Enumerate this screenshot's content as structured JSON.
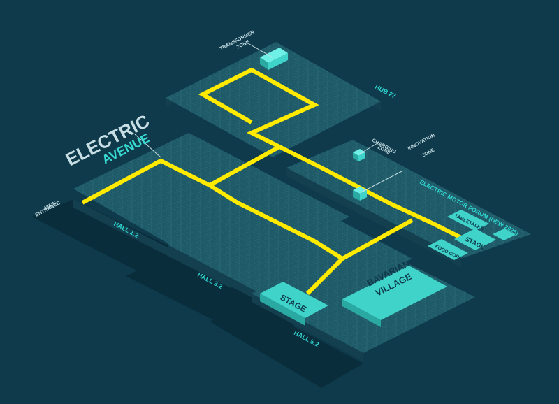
{
  "title": {
    "line1": "ELECTRIC",
    "line2": "AVENUE"
  },
  "labels": {
    "transformer_zone_1": "TRANSFORMER",
    "transformer_zone_2": "ZONE",
    "hub27": "HUB 27",
    "charging_zone_1": "CHARGING",
    "charging_zone_2": "ZONE",
    "innovation_zone_1": "INNOVATION",
    "innovation_zone_2": "ZONE",
    "main_entrance_1": "MAIN",
    "main_entrance_2": "ENTRANCE",
    "hall12": "HALL 1.2",
    "hall32": "HALL 3.2",
    "hall52": "HALL 5.2",
    "forum": "ELECTRIC MOTOR FORUM (NEW 2026)",
    "stage_hall52": "STAGE",
    "bavarian_1": "BAVARIAN",
    "bavarian_2": "VILLAGE",
    "stage_forum": "STAGE",
    "food_corner": "FOOD CORNER",
    "tabletalks": "TABLETALKS"
  },
  "colors": {
    "background": "#0e3a4c",
    "hall_floor": "#1f5a68",
    "hall_side": "#143f4e",
    "shadow": "#0a2d3b",
    "path": "#ffea00",
    "zone": "#3fd3c9",
    "zone_dark": "#2aa9a3",
    "label": "#2fd6cf",
    "title_main": "#c7dfe4",
    "title_accent": "#37d9d0"
  }
}
